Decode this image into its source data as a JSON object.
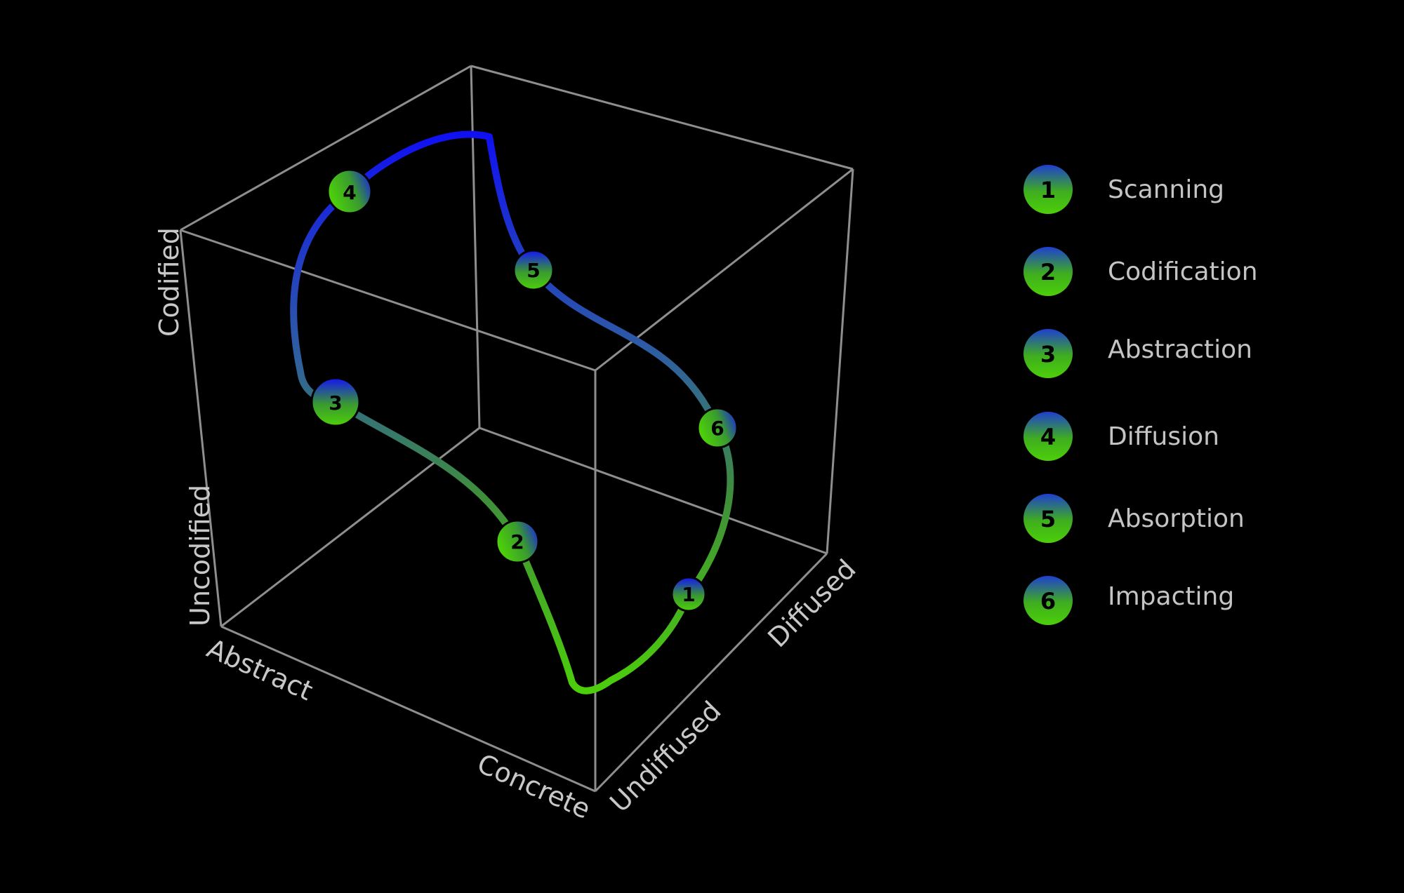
{
  "axes": {
    "vertical": {
      "low": "Uncodified",
      "high": "Codified"
    },
    "left": {
      "low": "Abstract",
      "high": "Concrete"
    },
    "right": {
      "low": "Undiffused",
      "high": "Diffused"
    }
  },
  "colors": {
    "background": "#000000",
    "green": "#4ccf0a",
    "blue": "#1414f5",
    "cube_edge": "#8e8e8e",
    "label": "#c8c8c8"
  },
  "nodes": [
    {
      "num": "1"
    },
    {
      "num": "2"
    },
    {
      "num": "3"
    },
    {
      "num": "4"
    },
    {
      "num": "5"
    },
    {
      "num": "6"
    }
  ],
  "legend": [
    {
      "num": "1",
      "label": "Scanning"
    },
    {
      "num": "2",
      "label": "Codification"
    },
    {
      "num": "3",
      "label": "Abstraction"
    },
    {
      "num": "4",
      "label": "Diffusion"
    },
    {
      "num": "5",
      "label": "Absorption"
    },
    {
      "num": "6",
      "label": "Impacting"
    }
  ]
}
